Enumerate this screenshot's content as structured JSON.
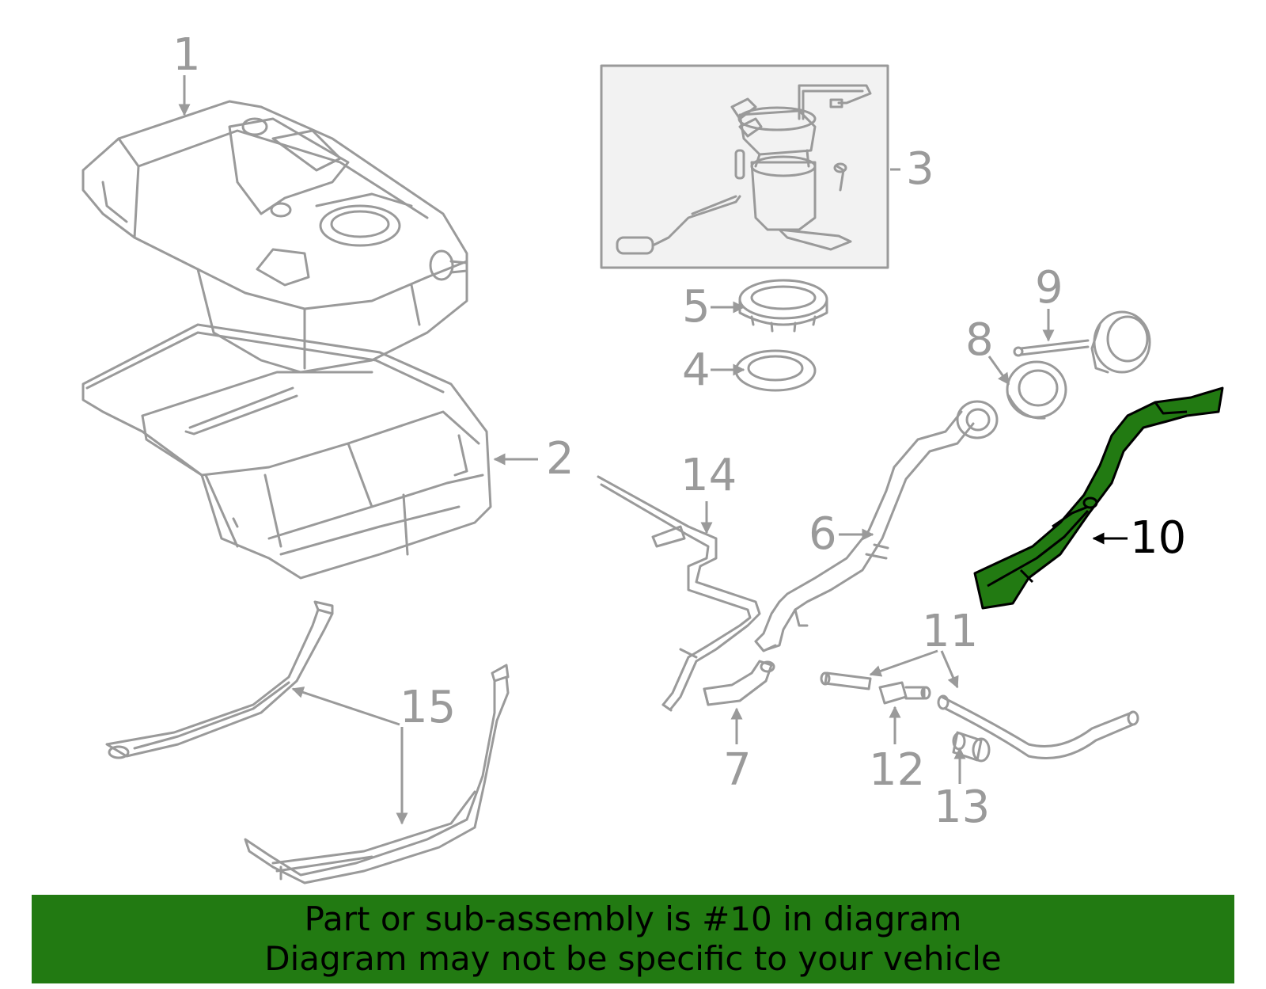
{
  "diagram": {
    "callouts": [
      {
        "id": "1",
        "label": "1"
      },
      {
        "id": "2",
        "label": "2"
      },
      {
        "id": "3",
        "label": "3"
      },
      {
        "id": "4",
        "label": "4"
      },
      {
        "id": "5",
        "label": "5"
      },
      {
        "id": "6",
        "label": "6"
      },
      {
        "id": "7",
        "label": "7"
      },
      {
        "id": "8",
        "label": "8"
      },
      {
        "id": "9",
        "label": "9"
      },
      {
        "id": "10",
        "label": "10",
        "highlighted": true
      },
      {
        "id": "11",
        "label": "11"
      },
      {
        "id": "12",
        "label": "12"
      },
      {
        "id": "13",
        "label": "13"
      },
      {
        "id": "14",
        "label": "14"
      },
      {
        "id": "15",
        "label": "15"
      }
    ]
  },
  "banner": {
    "line1": "Part or sub-assembly is #10 in diagram",
    "line2": "Diagram may not be specific to your vehicle"
  },
  "colors": {
    "line": "#9a9a9a",
    "highlight_fill": "#227a12",
    "banner_bg": "#227a12",
    "banner_text": "#000000"
  }
}
